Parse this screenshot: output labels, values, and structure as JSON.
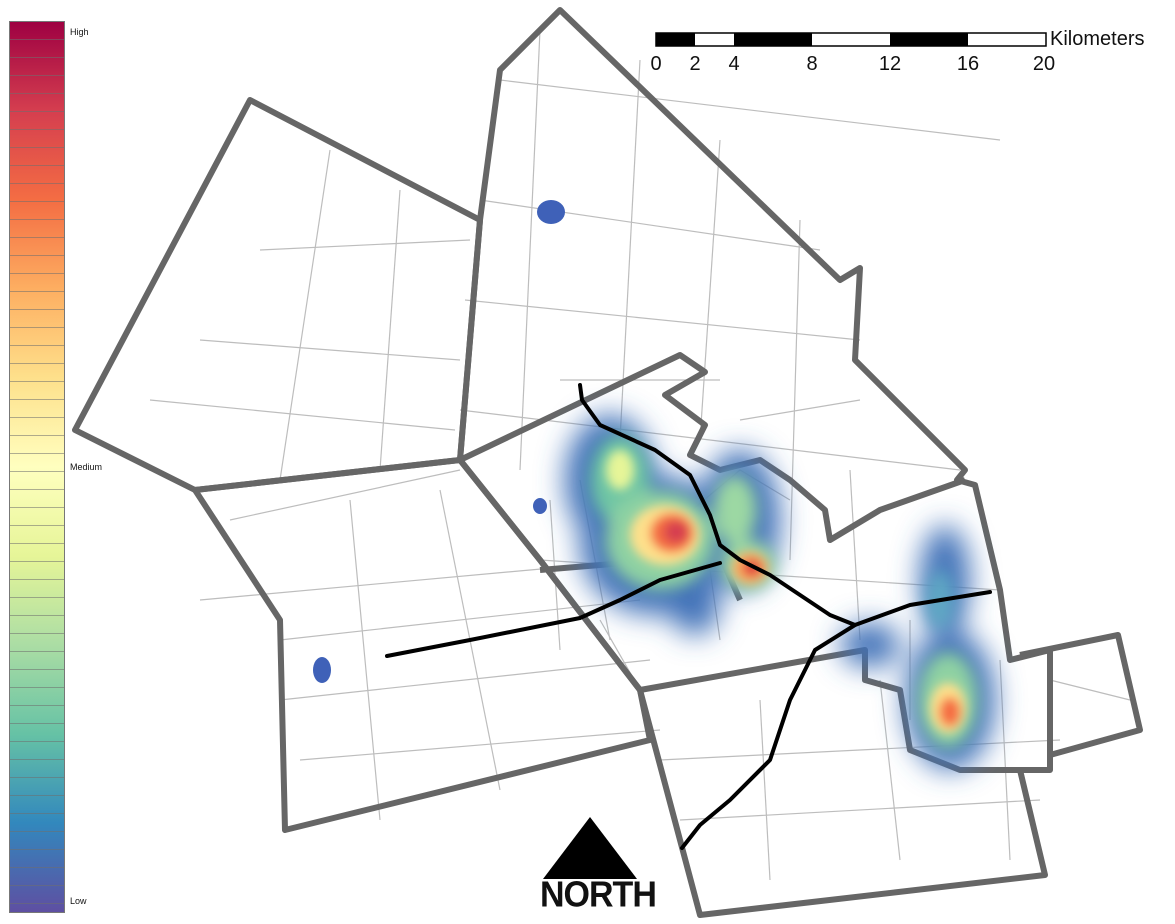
{
  "legend": {
    "high_label": "High",
    "medium_label": "Medium",
    "low_label": "Low",
    "colors_low_to_high": [
      "#5e4fa2",
      "#3288bd",
      "#66c2a5",
      "#abdda4",
      "#e6f598",
      "#ffffbf",
      "#fee08b",
      "#fdae61",
      "#f46d43",
      "#d53e4f",
      "#9e0142"
    ]
  },
  "scale_bar": {
    "unit": "Kilometers",
    "ticks": [
      "0",
      "2",
      "4",
      "8",
      "12",
      "16",
      "20"
    ]
  },
  "north_arrow": {
    "label": "NORTH"
  },
  "map": {
    "boundary_color": "#666666",
    "road_color": "#b9b9b9",
    "highway_color": "#000000",
    "heat_colormap": "Spectral"
  }
}
